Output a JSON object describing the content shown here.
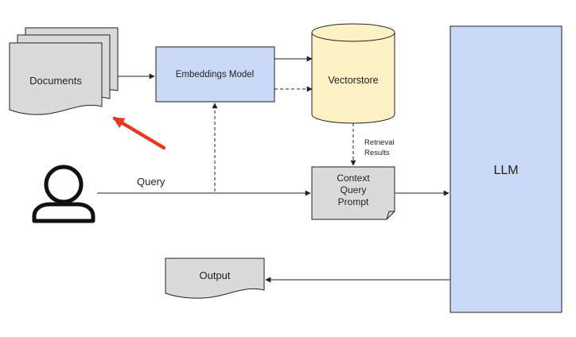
{
  "diagram": {
    "documents_label": "Documents",
    "embeddings_label": "Embeddings Model",
    "vectorstore_label": "Vectorstore",
    "retrieval_results_line1": "Retrieval",
    "retrieval_results_line2": "Results",
    "context_line1": "Context",
    "context_line2": "Query",
    "context_line3": "Prompt",
    "query_label": "Query",
    "llm_label": "LLM",
    "output_label": "Output"
  },
  "colors": {
    "embeddings_fill": "#c9d8f5",
    "vectorstore_fill": "#fdf1c6",
    "llm_fill": "#c9d9f7",
    "document_fill": "#dadada",
    "highlight_arrow": "#e53a22",
    "line": "#222222"
  },
  "icons": {
    "user": "user-icon",
    "pointer": "red-arrow-icon"
  }
}
